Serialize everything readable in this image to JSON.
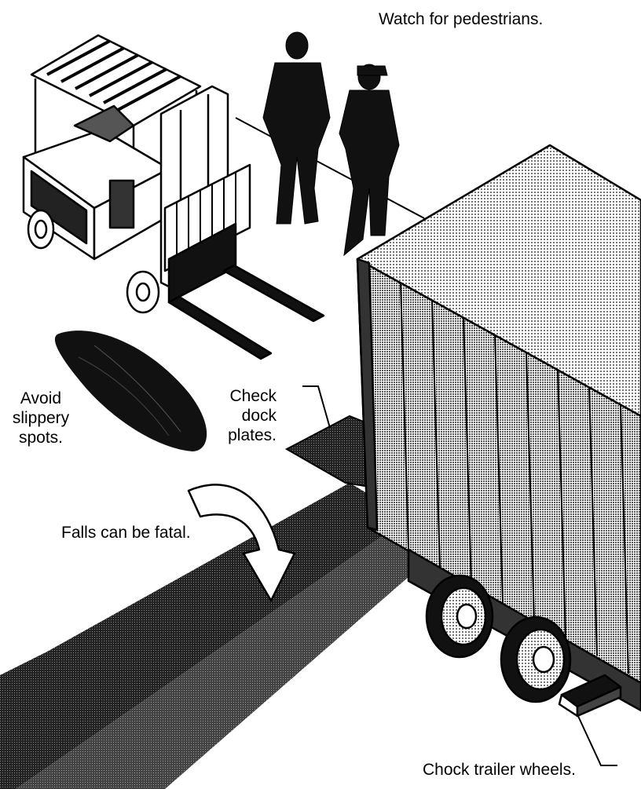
{
  "labels": {
    "pedestrians": "Watch for pedestrians.",
    "slippery": [
      "Avoid",
      "slippery",
      "spots."
    ],
    "dock": [
      "Check",
      "dock",
      "plates."
    ],
    "falls": "Falls can be fatal.",
    "chock": "Chock trailer wheels."
  },
  "colors": {
    "ink": "#000000",
    "paper": "#ffffff",
    "halftone": "#8c8c8c"
  }
}
